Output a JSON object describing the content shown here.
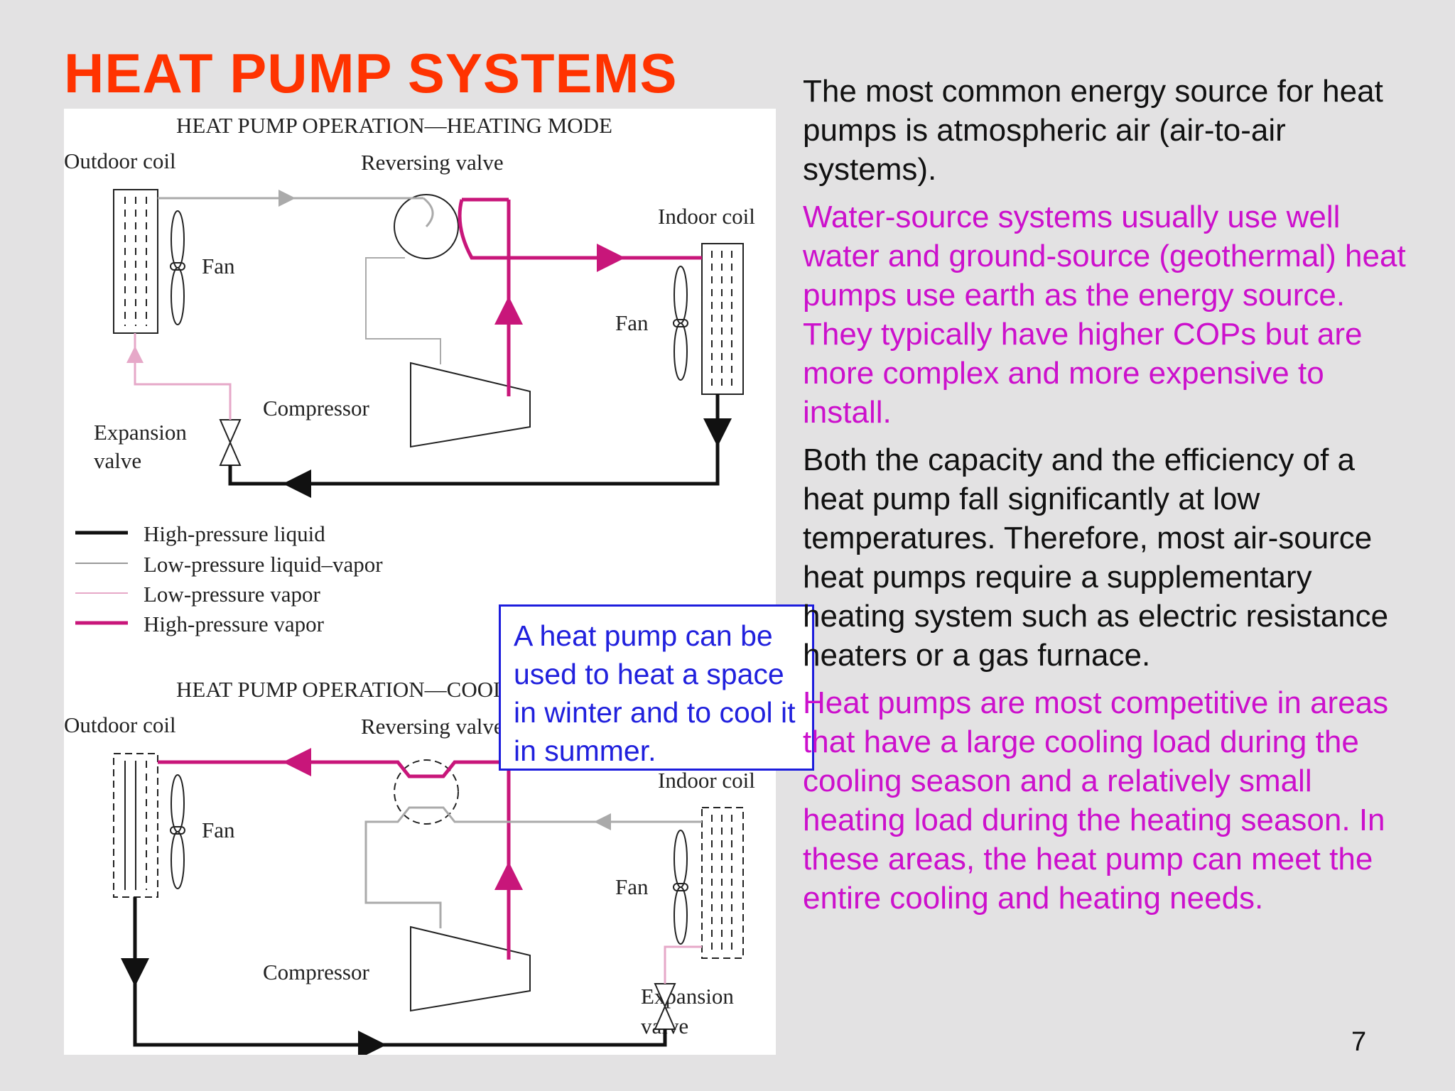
{
  "slide": {
    "title": "HEAT PUMP SYSTEMS",
    "page_number": "7",
    "callout": "A heat pump can be used to heat a space in winter and to cool it in summer.",
    "paragraphs": [
      {
        "text": "The most common energy source for heat pumps is atmospheric air (air-to-air systems).",
        "color": "#111111"
      },
      {
        "text": "Water-source systems usually use well water and ground-source (geothermal) heat pumps use earth as the energy source. They typically have higher COPs but are more complex and more expensive to install.",
        "color": "#cc10cc"
      },
      {
        "text": "Both the capacity and the efficiency of a heat pump fall significantly at low temperatures. Therefore, most air-source heat pumps require a supplementary heating system such as electric resistance heaters or a gas furnace.",
        "color": "#111111"
      },
      {
        "text": "Heat pumps are most competitive in areas that have a large cooling load during the cooling season and a relatively small heating load during the heating season. In these areas, the heat pump can meet the entire cooling and heating needs.",
        "color": "#cc10cc"
      }
    ]
  },
  "diagram": {
    "heating": {
      "title": "HEAT PUMP OPERATION—HEATING MODE",
      "outdoor_coil": "Outdoor coil",
      "reversing_valve": "Reversing valve",
      "indoor_coil": "Indoor coil",
      "fan": "Fan",
      "compressor": "Compressor",
      "expansion_valve_1": "Expansion",
      "expansion_valve_2": "valve"
    },
    "legend": [
      {
        "label": "High-pressure liquid",
        "color": "#111111"
      },
      {
        "label": "Low-pressure liquid–vapor",
        "color": "#9a9a9a"
      },
      {
        "label": "Low-pressure vapor",
        "color": "#e6a8c8"
      },
      {
        "label": "High-pressure vapor",
        "color": "#c8167a"
      }
    ],
    "cooling": {
      "title": "HEAT PUMP OPERATION—COOLING MODE",
      "outdoor_coil": "Outdoor coil",
      "reversing_valve": "Reversing valve",
      "indoor_coil": "Indoor coil",
      "fan": "Fan",
      "compressor": "Compressor",
      "expansion_valve_1": "Expansion",
      "expansion_valve_2": "valve"
    }
  }
}
